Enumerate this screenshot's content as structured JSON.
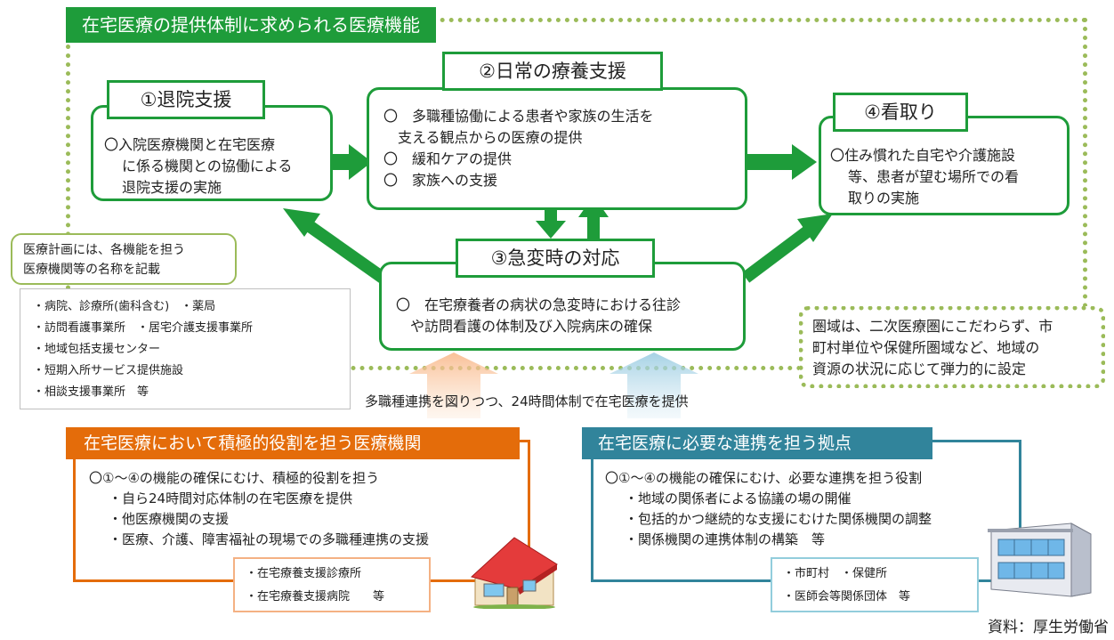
{
  "header": {
    "title": "在宅医療の提供体制に求められる医療機能"
  },
  "boxes": {
    "discharge": {
      "title": "①退院支援",
      "lines": [
        "〇入院医療機関と在宅医療",
        "に係る機関との協働による",
        "退院支援の実施"
      ]
    },
    "daily": {
      "title": "②日常の療養支援",
      "lines": [
        "〇　多職種協働による患者や家族の生活を",
        "　支える観点からの医療の提供",
        "〇　緩和ケアの提供",
        "〇　家族への支援"
      ]
    },
    "emergency": {
      "title": "③急変時の対応",
      "lines": [
        "〇　在宅療養者の病状の急変時における往診",
        "　や訪問看護の体制及び入院病床の確保"
      ]
    },
    "endoflife": {
      "title": "④看取り",
      "lines": [
        "〇住み慣れた自宅や介護施設",
        "等、患者が望む場所での看",
        "取りの実施"
      ]
    }
  },
  "note": {
    "lines": [
      "医療計画には、各機能を担う",
      "医療機関等の名称を記載"
    ]
  },
  "facility_list": [
    "・病院、診療所(歯科含む)　・薬局",
    "・訪問看護事業所　・居宅介護支援事業所",
    "・地域包括支援センター",
    "・短期入所サービス提供施設",
    "・相談支援事業所　等"
  ],
  "zone": {
    "lines": [
      "圏域は、二次医療圏にこだわらず、市",
      "町村単位や保健所圏域など、地域の",
      "資源の状況に応じて弾力的に設定"
    ]
  },
  "center_caption": "多職種連携を図りつつ、24時間体制で在宅医療を提供",
  "orange": {
    "title": "在宅医療において積極的役割を担う医療機関",
    "lines": [
      "〇①～④の機能の確保にむけ、積極的役割を担う",
      "・自ら24時間対応体制の在宅医療を提供",
      "・他医療機関の支援",
      "・医療、介護、障害福祉の現場での多職種連携の支援"
    ],
    "examples": [
      "・在宅療養支援診療所",
      "・在宅療養支援病院　　等"
    ]
  },
  "teal": {
    "title": "在宅医療に必要な連携を担う拠点",
    "lines": [
      "〇①～④の機能の確保にむけ、必要な連携を担う役割",
      "・地域の関係者による協議の場の開催",
      "・包括的かつ継続的な支援にむけた関係機関の調整",
      "・関係機関の連携体制の構築　等"
    ],
    "examples": [
      "・市町村　・保健所",
      "・医師会等関係団体　等"
    ]
  },
  "source": "資料：厚生労働省",
  "colors": {
    "green": "#1e9c3a",
    "light_green": "#9bbb59",
    "orange": "#e46c0a",
    "teal": "#31849b"
  },
  "icons": [
    "clinic-house-illustration",
    "office-building-illustration"
  ]
}
